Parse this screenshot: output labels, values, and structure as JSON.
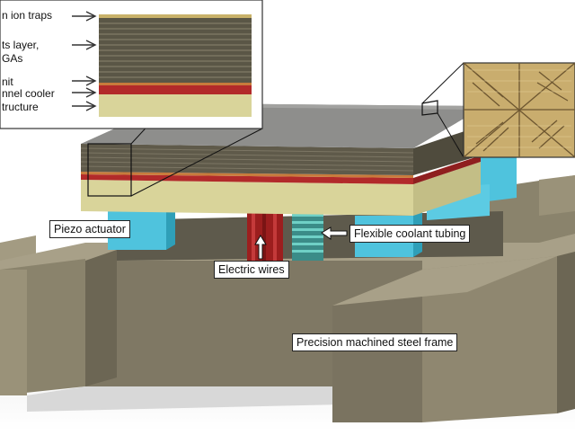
{
  "labels": {
    "piezo": "Piezo actuator",
    "wires": "Electric wires",
    "coolant": "Flexible coolant tubing",
    "frame": "Precision machined steel frame"
  },
  "inset_labels": {
    "l1": "n ion traps",
    "l2": "ts layer,",
    "l3": "GAs",
    "l4": "nit",
    "l5": "nnel cooler",
    "l6": "tructure"
  },
  "colors": {
    "layer_stack": "#5f5a4a",
    "red_layer": "#b22a2a",
    "yellow_base": "#d9d49a",
    "piezo_blue": "#4fc3dd",
    "frame": "#8f8770"
  }
}
